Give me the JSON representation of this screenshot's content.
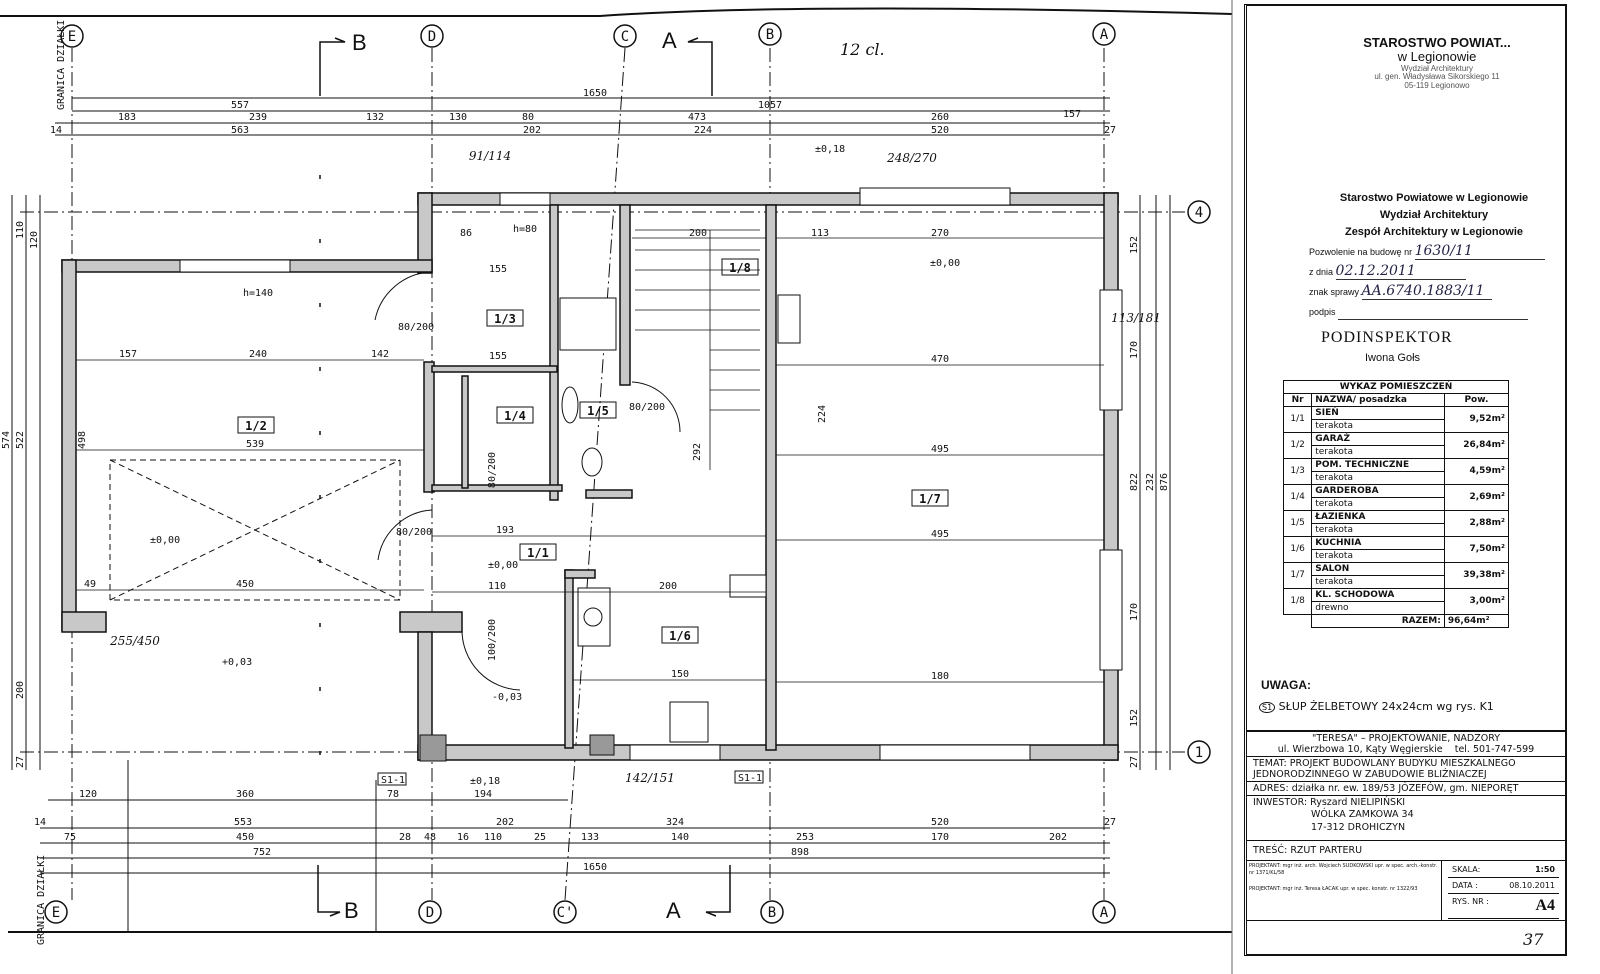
{
  "plan": {
    "handwritten_note": "12 cl.",
    "boundary_label": "GRANICA DZIAŁKI",
    "axes_vertical": [
      "E",
      "D",
      "C",
      "B",
      "A"
    ],
    "axis_c_bottom": "C'",
    "axes_horizontal": [
      "4",
      "1"
    ],
    "section_marks": [
      "B",
      "A"
    ],
    "dims_top": {
      "overall": "1650",
      "row2": [
        "557",
        "1057"
      ],
      "row3": [
        "183",
        "239",
        "132",
        "130",
        "80",
        "473",
        "260",
        "157"
      ],
      "row4": [
        "14",
        "563",
        "202",
        "224",
        "520",
        "27"
      ]
    },
    "dims_bottom": {
      "row1": [
        "120",
        "360",
        "78",
        "194"
      ],
      "row2": [
        "14",
        "553",
        "202",
        "324",
        "520",
        "27"
      ],
      "row3": [
        "75",
        "450",
        "28",
        "48",
        "16",
        "110",
        "25",
        "133",
        "140",
        "253",
        "170",
        "202"
      ],
      "row4": [
        "752",
        "898"
      ],
      "overall": "1650"
    },
    "dims_left": [
      "574",
      "522",
      "498",
      "110",
      "120",
      "200",
      "27"
    ],
    "dims_right": [
      "152",
      "170",
      "232",
      "822",
      "876",
      "170",
      "152",
      "27"
    ],
    "dims_interior": [
      "157",
      "240",
      "142",
      "539",
      "450",
      "49",
      "155",
      "155",
      "200",
      "270",
      "470",
      "495",
      "495",
      "180",
      "150",
      "193",
      "110",
      "200",
      "86",
      "113",
      "224",
      "292"
    ],
    "rooms": [
      "1/1",
      "1/2",
      "1/3",
      "1/4",
      "1/5",
      "1/6",
      "1/7",
      "1/8"
    ],
    "levels": [
      "±0,00",
      "±0,00",
      "±0,00",
      "±0,18",
      "±0,18",
      "+0,03",
      "-0,03"
    ],
    "door_tags": [
      "80/200",
      "80/200",
      "80/200",
      "100/200",
      "80/200"
    ],
    "window_tags": [
      "91/114",
      "248/270",
      "113/181",
      "142/151",
      "255/450",
      "h=80",
      "h=140"
    ],
    "column_tags": [
      "S1-1",
      "S1-1"
    ]
  },
  "stamp_top": {
    "line1": "STAROSTWO POWIAT...",
    "line2": "w Legionowie",
    "line3": "Wydział Architektury",
    "line4": "ul. gen. Władysława Sikorskiego 11",
    "line5": "05-119 Legionowo"
  },
  "stamp_permit": {
    "line1": "Starostwo Powiatowe w Legionowie",
    "line2": "Wydział Architektury",
    "line3": "Zespół Architektury w Legionowie",
    "permit_label": "Pozwolenie na budowę nr",
    "permit_value": "1630/11",
    "date_label": "z dnia",
    "date_value": "02.12.2011",
    "case_label": "znak sprawy",
    "case_value": "AA.6740.1883/11",
    "sign_label": "podpis",
    "title": "PODINSPEKTOR",
    "name": "Iwona Gołs"
  },
  "room_table": {
    "title": "WYKAZ POMIESZCZEŃ",
    "headers": [
      "Nr",
      "NAZWA/ posadzka",
      "Pow."
    ],
    "rows": [
      {
        "nr": "1/1",
        "name": "SIEŃ",
        "floor": "terakota",
        "area": "9,52m²"
      },
      {
        "nr": "1/2",
        "name": "GARAŻ",
        "floor": "terakota",
        "area": "26,84m²"
      },
      {
        "nr": "1/3",
        "name": "POM. TECHNICZNE",
        "floor": "terakota",
        "area": "4,59m²"
      },
      {
        "nr": "1/4",
        "name": "GARDEROBA",
        "floor": "terakota",
        "area": "2,69m²"
      },
      {
        "nr": "1/5",
        "name": "ŁAZIENKA",
        "floor": "terakota",
        "area": "2,88m²"
      },
      {
        "nr": "1/6",
        "name": "KUCHNIA",
        "floor": "terakota",
        "area": "7,50m²"
      },
      {
        "nr": "1/7",
        "name": "SALON",
        "floor": "terakota",
        "area": "39,38m²"
      },
      {
        "nr": "1/8",
        "name": "KL. SCHODOWA",
        "floor": "drewno",
        "area": "3,00m²"
      }
    ],
    "total_label": "RAZEM:",
    "total_value": "96,64m²"
  },
  "notes": {
    "title": "UWAGA:",
    "symbol": "S1",
    "text": "SŁUP ŻELBETOWY 24x24cm wg rys. K1"
  },
  "title_block": {
    "firm": "\"TERESA\" – PROJEKTOWANIE, NADZORY",
    "address": "ul. Wierzbowa 10, Kąty Węgierskie",
    "phone": "tel. 501-747-599",
    "topic_label": "TEMAT:",
    "topic": "PROJEKT BUDOWLANY BUDYKU MIESZKALNEGO JEDNORODZINNEGO W ZABUDOWIE BLIŹNIACZEJ",
    "address_label": "ADRES:",
    "site": "działka nr. ew. 189/53 JÓZEFÓW, gm. NIEPORĘT",
    "investor_label": "INWESTOR:",
    "investor_name": "Ryszard NIELIPIŃSKI",
    "investor_street": "WÓLKA ZAMKOWA 34",
    "investor_city": "17-312 DROHICZYN",
    "content_label": "TREŚĆ:",
    "content": "RZUT PARTERU",
    "designer1": "PROJEKTANT: mgr inż. arch. Wojciech SUDKOWSKI upr. w spec. arch.-konstr. nr 1371/KL/58",
    "designer2": "PROJEKTANT: mgr inż. Teresa ŁACAK upr. w spec. konstr. nr 1322/93",
    "scale_label": "SKALA:",
    "scale": "1:50",
    "date_label": "DATA :",
    "date": "08.10.2011",
    "drawing_label": "RYS. NR :",
    "drawing_no": "A4",
    "page_no": "37"
  }
}
